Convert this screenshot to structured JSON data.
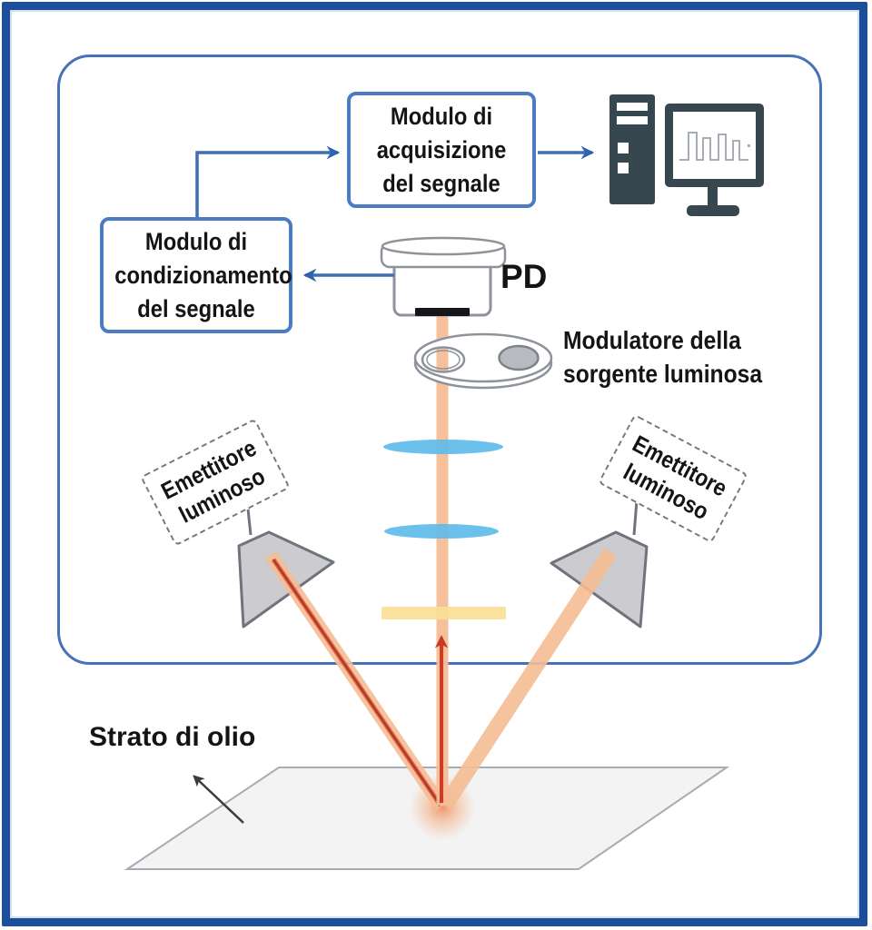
{
  "figure": {
    "kind": "optical oil-layer measurement system diagram",
    "language": "Italian"
  },
  "boxes": {
    "acquisition": {
      "lines": [
        "Modulo di",
        "acquisizione",
        "del segnale"
      ]
    },
    "conditioning": {
      "lines": [
        "Modulo di",
        "condizionamento",
        "del segnale"
      ]
    }
  },
  "labels": {
    "photodetector": "PD",
    "modulator": {
      "lines": [
        "Modulatore della",
        "sorgente luminosa"
      ]
    },
    "emitter_left": {
      "lines": [
        "Emettitore",
        "luminoso"
      ]
    },
    "emitter_right": {
      "lines": [
        "Emettitore",
        "luminoso"
      ]
    },
    "oil_layer": "Strato di olio"
  },
  "icons": {
    "computer": "desktop-pc-tower-and-monitor-with-pulse-chart",
    "photodetector": "photodetector-cylinder-with-black-sensor",
    "modulator_wheel": "chopper-wheel-with-open-hole-and-gray-disc",
    "lenses": "two-blue-convex-lenses",
    "filter": "yellow-optical-filter",
    "emitters": "gray-horn-emitters",
    "surface": "oil-layer-parallelogram-plane",
    "oil_arrow": "black-arrow-to-plane",
    "beam_arrow": "red-arrow-upward"
  },
  "colors": {
    "outer_frame": "#1c4e9a",
    "inner_frame": "#4673b8",
    "box_border": "#4a7cc4",
    "connector_blue": "#3f6eb5",
    "beam_orange": "#f6bd95",
    "beam_red_core": "#d03b28",
    "lens_blue": "#5ebbea",
    "filter_yellow": "#fadf96",
    "hardware_gray": "#cbcbd0",
    "computer_dark": "#37474f"
  }
}
